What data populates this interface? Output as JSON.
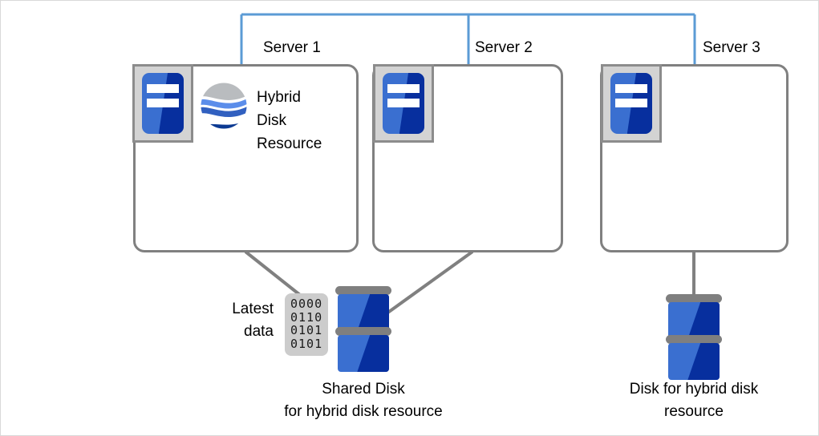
{
  "diagram": {
    "title_present": false,
    "colors": {
      "network_line": "#5b9bd5",
      "connector_line": "#808080",
      "box_border": "#808080",
      "icon_blue_light": "#3a6fd0",
      "icon_blue_dark": "#072f9e",
      "icon_gray": "#d3d3d3",
      "disk_bar_gray": "#7f7f7f",
      "binary_bg": "#cccccc",
      "text": "#000000",
      "canvas_border": "#d9d9d9"
    },
    "servers": [
      {
        "id": "server-1",
        "label": "Server 1",
        "resource_label": "Hybrid\nDisk\nResource",
        "has_resource_icon": true
      },
      {
        "id": "server-2",
        "label": "Server 2",
        "resource_label": "",
        "has_resource_icon": false
      },
      {
        "id": "server-3",
        "label": "Server 3",
        "resource_label": "",
        "has_resource_icon": false
      }
    ],
    "annotations": {
      "latest_data": "Latest\ndata",
      "binary_data": "0000\n0110\n0101\n0101"
    },
    "disks": [
      {
        "id": "shared-disk",
        "caption": "Shared Disk\nfor hybrid disk resource",
        "platters": 2
      },
      {
        "id": "server3-disk",
        "caption": "Disk for hybrid disk\nresource",
        "platters": 2
      }
    ],
    "icons": {
      "server": "server-icon",
      "hybrid_resource": "globe-icon",
      "disk": "disk-stack-icon",
      "binary": "binary-data-icon"
    }
  }
}
